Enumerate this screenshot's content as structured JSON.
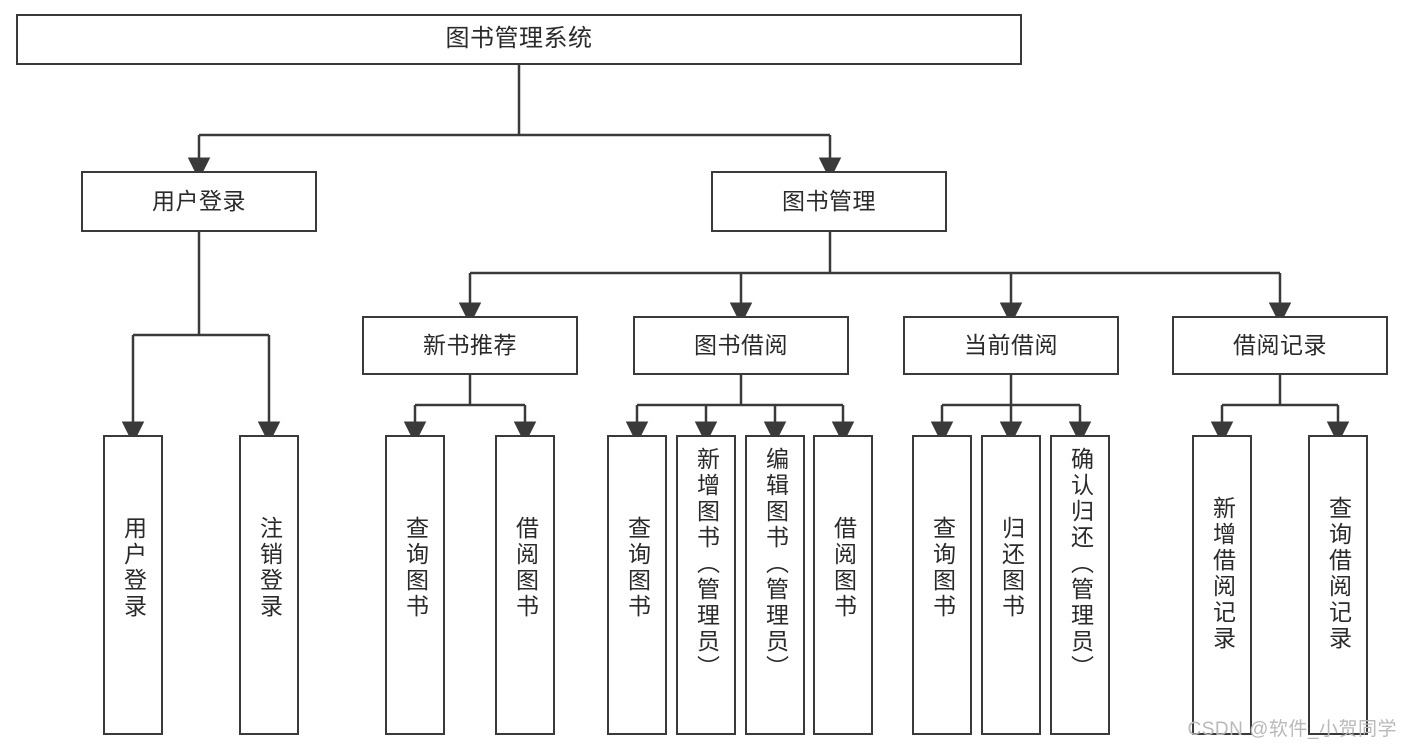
{
  "diagram": {
    "type": "tree-hierarchy-chart",
    "title": "图书管理系统",
    "orientation": "top-down",
    "colors": {
      "box_border": "#3a3a3a",
      "box_fill": "#ffffff",
      "edge": "#3a3a3a",
      "text": "#2a2a2a",
      "background": "#ffffff",
      "watermark": "#b9b9b9"
    }
  },
  "root": {
    "label": "图书管理系统"
  },
  "level2": [
    {
      "label": "用户登录"
    },
    {
      "label": "图书管理"
    }
  ],
  "level3": [
    {
      "label": "新书推荐"
    },
    {
      "label": "图书借阅"
    },
    {
      "label": "当前借阅"
    },
    {
      "label": "借阅记录"
    }
  ],
  "leaves": {
    "user_login": [
      {
        "label": "用户登录"
      },
      {
        "label": "注销登录"
      }
    ],
    "new_book_recommend": [
      {
        "label": "查询图书"
      },
      {
        "label": "借阅图书"
      }
    ],
    "book_borrow": [
      {
        "label": "查询图书"
      },
      {
        "label": "新增图书（管理员）"
      },
      {
        "label": "编辑图书（管理员）"
      },
      {
        "label": "借阅图书"
      }
    ],
    "current_borrow": [
      {
        "label": "查询图书"
      },
      {
        "label": "归还图书"
      },
      {
        "label": "确认归还（管理员）"
      }
    ],
    "borrow_record": [
      {
        "label": "新增借阅记录"
      },
      {
        "label": "查询借阅记录"
      }
    ]
  },
  "watermark": {
    "text": "CSDN @软件_小贺同学"
  }
}
